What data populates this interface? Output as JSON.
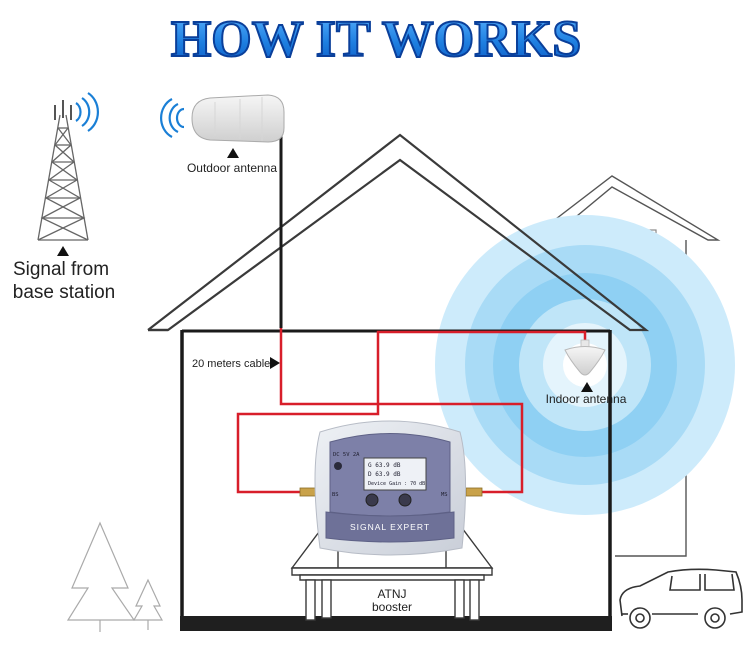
{
  "title": "HOW IT WORKS",
  "labels": {
    "base_station_line1": "Signal from",
    "base_station_line2": "base station",
    "outdoor_antenna": "Outdoor antenna",
    "cable": "20 meters cable",
    "indoor_antenna": "Indoor antenna",
    "booster_line1": "ATNJ",
    "booster_line2": "booster"
  },
  "device": {
    "brand": "SIGNAL EXPERT",
    "power": "DC 5V 2A",
    "bs_port": "BS",
    "ms_port": "MS",
    "screen_row1": "G 63.9 dB",
    "screen_row2": "D 63.9 dB",
    "screen_row3": "Device Gain : 70 dB"
  },
  "colors": {
    "title_fill": "#1e7fe0",
    "title_outline": "#0a3f9a",
    "cable": "#d81e2a",
    "signal_waves": "#1a7fd6",
    "coverage": "#4ab3ee",
    "device_body": "#dfe3ea",
    "device_panel": "#7d80a8"
  },
  "icons": [
    "cell-tower-icon",
    "outdoor-antenna-icon",
    "indoor-antenna-icon",
    "car-icon",
    "tree-icon"
  ]
}
